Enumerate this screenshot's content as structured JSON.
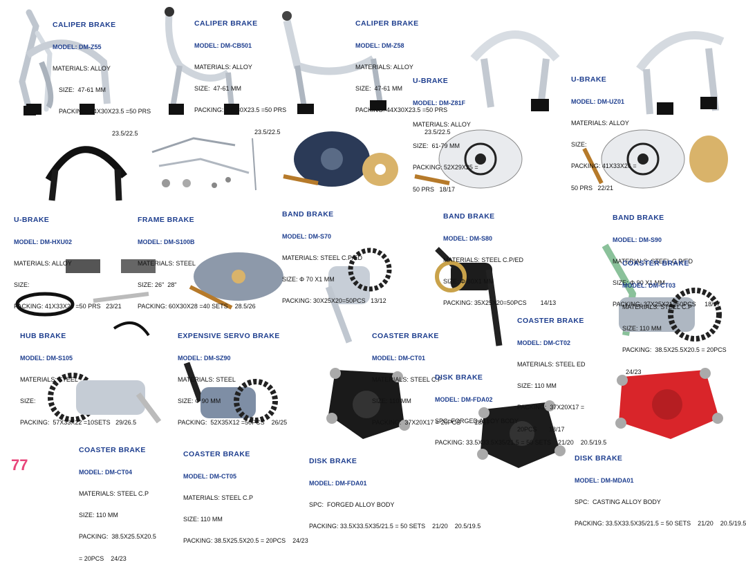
{
  "page_number": "77",
  "products": [
    {
      "title": "CALIPER BRAKE",
      "model": "MODEL: DM-Z55",
      "lines": [
        "MATERIALS: ALLOY",
        "SIZE:  47-61 MM",
        "PACKING: 44X30X23.5 =50 PRS",
        "23.5/22.5"
      ]
    },
    {
      "title": "CALIPER BRAKE",
      "model": "MODEL: DM-CB501",
      "lines": [
        "MATERIALS: ALLOY",
        "SIZE:  47-61 MM",
        "PACKING: 44X30X23.5 =50 PRS",
        "23.5/22.5"
      ]
    },
    {
      "title": "CALIPER BRAKE",
      "model": "MODEL: DM-Z58",
      "lines": [
        "MATERIALS: ALLOY",
        "SIZE:  47-61 MM",
        "PACKING: 44X30X23.5 =50 PRS",
        "23.5/22.5"
      ]
    },
    {
      "title": "U-BRAKE",
      "model": "MODEL: DM-Z81F",
      "lines": [
        "MATERIALS: ALLOY",
        "SIZE:  61-79 MM",
        "PACKING: 52X29X25 =",
        "50 PRS   18/17"
      ]
    },
    {
      "title": "U-BRAKE",
      "model": "MODEL: DM-UZ01",
      "lines": [
        "MATERIALS: ALLOY",
        "SIZE:",
        "PACKING: 41X33X26 =",
        "50 PRS   22/21"
      ]
    },
    {
      "title": "U-BRAKE",
      "model": "MODEL: DM-HXU02",
      "lines": [
        "MATERIALS: ALLOY",
        "SIZE:",
        "PACKING: 41X33X26 =50 PRS   23/21"
      ]
    },
    {
      "title": "FRAME BRAKE",
      "model": "MODEL: DM-S100B",
      "lines": [
        "MATERIALS: STEEL",
        "SIZE: 26\"  28\"",
        "PACKING: 60X30X28 =40 SETS    28.5/26"
      ]
    },
    {
      "title": "BAND BRAKE",
      "model": "MODEL: DM-S70",
      "lines": [
        "MATERIALS: STEEL C.P/ED",
        "SIZE: Φ 70 X1 MM",
        "PACKING: 30X25X20=50PCS   13/12"
      ]
    },
    {
      "title": "BAND BRAKE",
      "model": "MODEL: DM-S80",
      "lines": [
        "MATERIALS: STEEL C.P/ED",
        "SIZE: Φ 80X1 MM",
        "PACKING: 35X25X20=50PCS        14/13"
      ]
    },
    {
      "title": "BAND BRAKE",
      "model": "MODEL: DM-S90",
      "lines": [
        "MATERIALS: STEEL C.P/ED",
        "SIZE: Φ 90 X1 MM",
        "PACKING: 37X25X21=50PCS     18/17"
      ]
    },
    {
      "title": "COASTER BRAKE",
      "model": "MODEL: DM-CT03",
      "lines": [
        "MATERIALS: STEEL C.P",
        "SIZE: 110 MM",
        "PACKING:  38.5X25.5X20.5 = 20PCS",
        "  24/23"
      ]
    },
    {
      "title": "HUB BRAKE",
      "model": "MODEL: DM-S105",
      "lines": [
        "MATERIALS: STEEL",
        "SIZE:",
        "PACKING:  57X33X22 =10SETS   29/26.5"
      ]
    },
    {
      "title": "EXPENSIVE SERVO BRAKE",
      "model": "MODEL: DM-SZ90",
      "lines": [
        "MATERIALS: STEEL",
        "SIZE: Φ 90 MM",
        "PACKING:  52X35X12 =50PCS    26/25"
      ]
    },
    {
      "title": "COASTER BRAKE",
      "model": "MODEL: DM-CT01",
      "lines": [
        "MATERIALS: STEEL C.P",
        "SIZE: 110 MM",
        "PACKING:  37X20X17 = 20PCS        18/17"
      ]
    },
    {
      "title": "COASTER BRAKE",
      "model": "MODEL: DM-CT02",
      "lines": [
        "MATERIALS: STEEL ED",
        "SIZE: 110 MM",
        "PACKING:  37X20X17 =",
        "20PCS       18/17"
      ]
    },
    {
      "title": "DISK BRAKE",
      "model": "MODEL: DM-FDA02",
      "lines": [
        "SPC: FORGED ALLOY BODY",
        "PACKING: 33.5X33.5X35/21.5 = 50 SETS    21/20    20.5/19.5"
      ]
    },
    {
      "title": "COASTER BRAKE",
      "model": "MODEL: DM-CT04",
      "lines": [
        "MATERIALS: STEEL C.P",
        "SIZE: 110 MM",
        "PACKING:  38.5X25.5X20.5",
        "= 20PCS    24/23"
      ]
    },
    {
      "title": "COASTER BRAKE",
      "model": "MODEL: DM-CT05",
      "lines": [
        "MATERIALS: STEEL C.P",
        "SIZE: 110 MM",
        "PACKING: 38.5X25.5X20.5 = 20PCS    24/23"
      ]
    },
    {
      "title": "DISK BRAKE",
      "model": "MODEL: DM-FDA01",
      "lines": [
        "SPC:  FORGED ALLOY BODY",
        "PACKING: 33.5X33.5X35/21.5 = 50 SETS    21/20    20.5/19.5"
      ]
    },
    {
      "title": "DISK BRAKE",
      "model": "MODEL: DM-MDA01",
      "lines": [
        "SPC:  CASTING ALLOY BODY",
        "PACKING: 33.5X33.5X35/21.5 = 50 SETS    21/20    20.5/19.5"
      ]
    }
  ]
}
